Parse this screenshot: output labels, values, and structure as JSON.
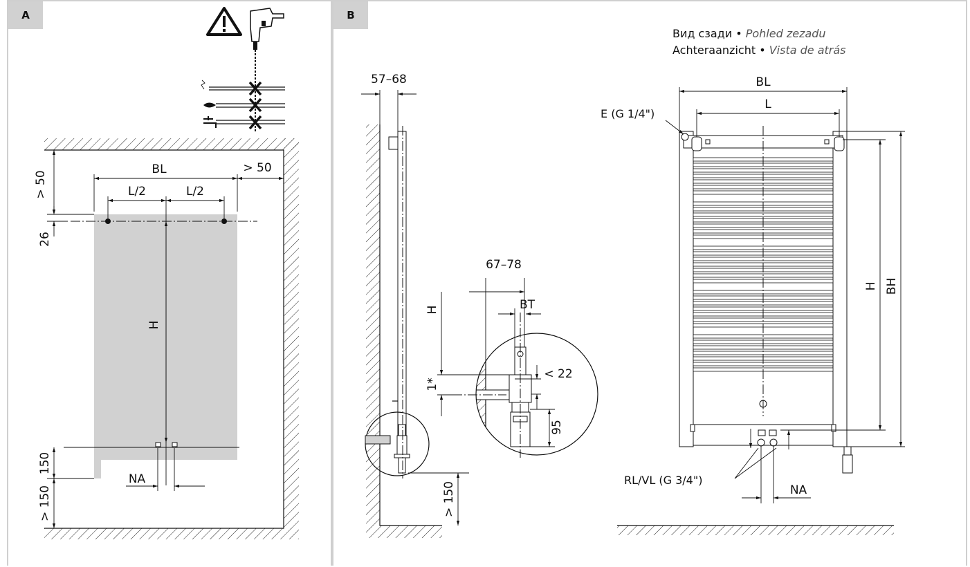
{
  "panel_a": {
    "badge": "A",
    "dims": {
      "bl": "BL",
      "gt50_right": "> 50",
      "gt50_top": "> 50",
      "l_half_left": "L/2",
      "l_half_right": "L/2",
      "d26": "26",
      "h": "H",
      "d150": "150",
      "gt150": "> 150",
      "na": "NA"
    },
    "icons": [
      "warning-icon",
      "drill-icon",
      "no-electric-cable-icon",
      "no-gas-pipe-icon",
      "no-water-pipe-icon"
    ]
  },
  "panel_b": {
    "badge": "B",
    "rear_view": {
      "ru": "Вид сзади",
      "cs": "Pohled zezadu",
      "nl": "Achteraanzicht",
      "es": "Vista de atrás",
      "bullet": "•"
    },
    "side": {
      "d57_68": "57–68",
      "d67_78": "67–78",
      "bt": "BT",
      "h": "H",
      "one_star": "1*",
      "lt22": "< 22",
      "d95": "95",
      "gt150": "> 150"
    },
    "front": {
      "bl": "BL",
      "l": "L",
      "e_vent": "E (G 1/4\")",
      "h": "H",
      "bh": "BH",
      "rl_vl": "RL/VL (G 3/4\")",
      "na": "NA"
    }
  },
  "colors": {
    "panel_fill": "#d1d1d1",
    "border": "#cfcfcf",
    "line": "#111111"
  }
}
